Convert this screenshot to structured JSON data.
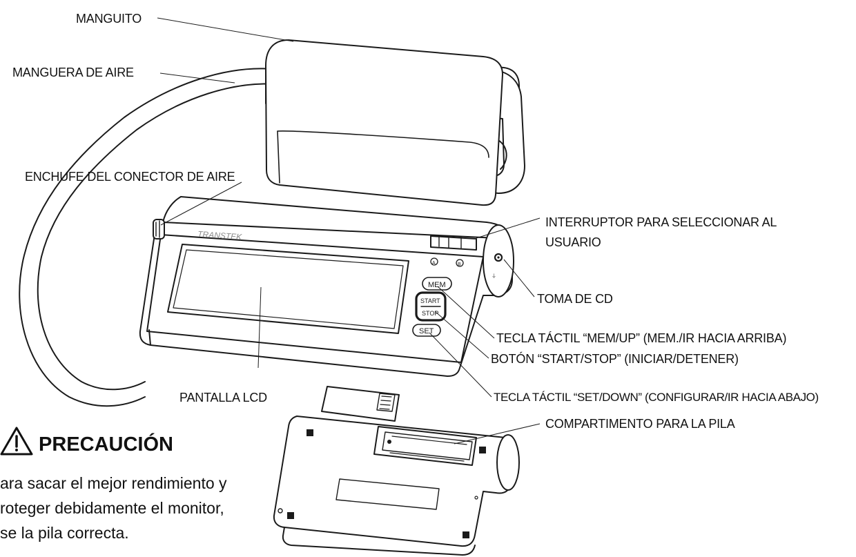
{
  "diagram": {
    "brand": "TRANSTEK",
    "labels": {
      "cuff": "MANGUITO",
      "air_hose": "MANGUERA DE AIRE",
      "air_connector": "ENCHUFE DEL CONECTOR DE AIRE",
      "user_switch": "INTERRUPTOR PARA SELECCIONAR AL USUARIO",
      "dc_jack": "TOMA DE CD",
      "mem_key": "TECLA TÁCTIL “MEM/UP” (MEM./IR HACIA ARRIBA)",
      "start_button": "BOTÓN “START/STOP” (INICIAR/DETENER)",
      "set_key": "TECLA TÁCTIL “SET/DOWN” (CONFIGURAR/IR HACIA ABAJO)",
      "lcd": "PANTALLA LCD",
      "battery": "COMPARTIMENTO PARA LA PILA"
    },
    "buttons": {
      "mem": "MEM",
      "start": "START",
      "stop": "STOP",
      "set": "SET"
    },
    "user_marks": [
      "A",
      "B"
    ]
  },
  "caution": {
    "title": "PRECAUCIÓN",
    "lines": [
      "ara sacar el mejor rendimiento y",
      "roteger debidamente el monitor,",
      "se la pila correcta."
    ]
  }
}
